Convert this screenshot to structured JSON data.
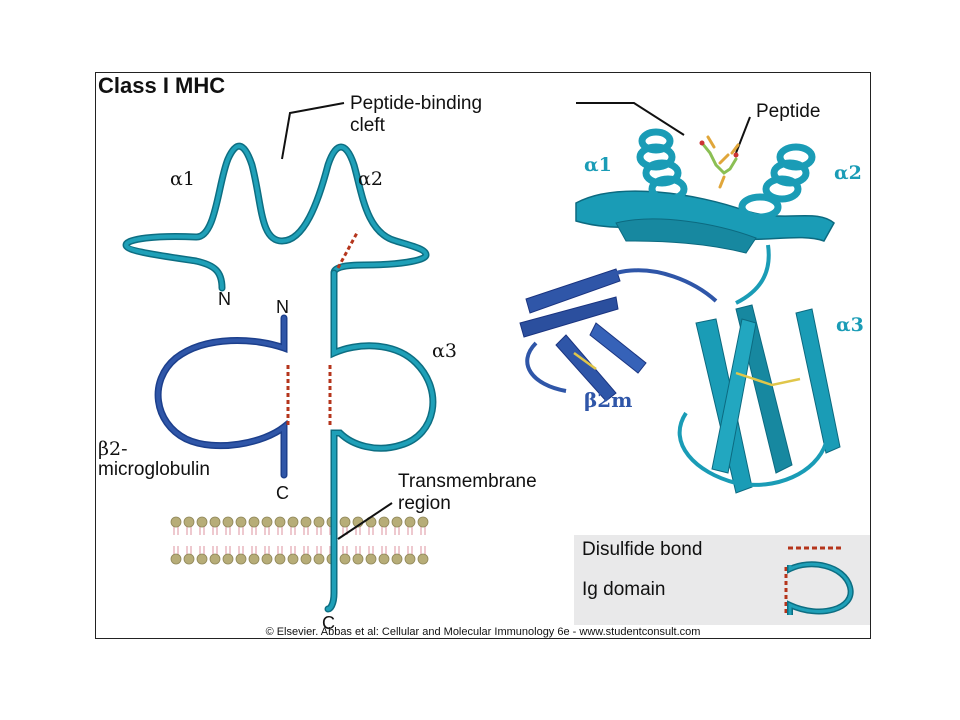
{
  "figure": {
    "title": "Class I MHC",
    "credit": "© Elsevier. Abbas et al: Cellular and Molecular Immunology 6e - www.studentconsult.com"
  },
  "schematic": {
    "cleft_label_line1": "Peptide-binding",
    "cleft_label_line2": "cleft",
    "alpha1": "α1",
    "alpha2": "α2",
    "alpha3": "α3",
    "n_heavy": "N",
    "n_b2m": "N",
    "c_b2m": "C",
    "c_heavy": "C",
    "b2m_line1": "β2-",
    "b2m_line2": "microglobulin",
    "tm_line1": "Transmembrane",
    "tm_line2": "region"
  },
  "structure": {
    "peptide": "Peptide",
    "alpha1": "α1",
    "alpha2": "α2",
    "alpha3": "α3",
    "b2m": "β2m"
  },
  "legend": {
    "disulfide": "Disulfide bond",
    "ig": "Ig domain"
  },
  "colors": {
    "heavy_chain": "#1fa0b8",
    "b2m_chain": "#2f56a8",
    "disulfide": "#b5351c",
    "membrane_head": "#b7ad78",
    "membrane_tail": "#e8b7bf"
  }
}
